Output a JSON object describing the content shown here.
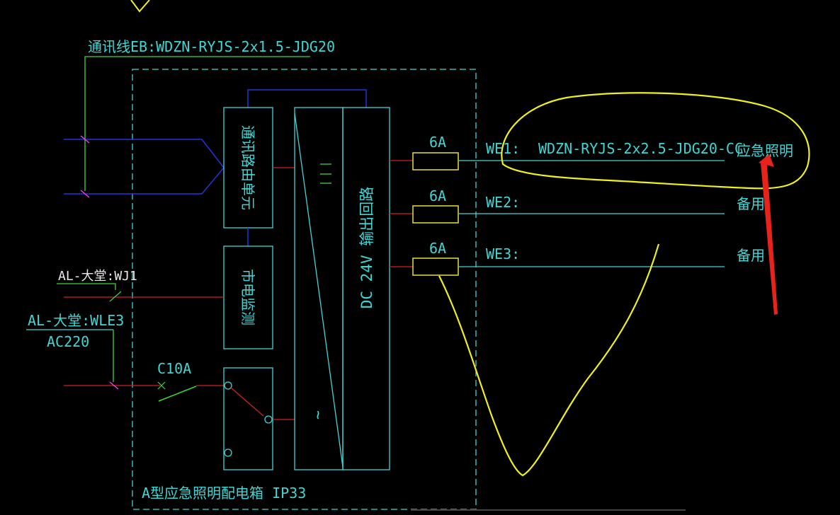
{
  "comm_line_label": "通讯线EB:WDZN-RYJS-2x1.5-JDG20",
  "al_wj1_label": "AL-大堂:WJ1",
  "al_wle3_label": "AL-大堂:WLE3",
  "ac_label": "AC220",
  "breaker_label": "C10A",
  "comm_unit_label": "通讯路由单元",
  "mains_monitor_label": "市电监测",
  "dc_output_label": "DC 24V 输出回路",
  "box_label": "A型应急照明配电箱  IP33",
  "ac_dc_symbol_top": "=",
  "ac_dc_symbol_bottom": "~",
  "circuits": [
    {
      "fuse": "6A",
      "id": "WE1:",
      "cable": "WDZN-RYJS-2x2.5-JDG20-CC",
      "load": "应急照明"
    },
    {
      "fuse": "6A",
      "id": "WE2:",
      "cable": "",
      "load": "备用"
    },
    {
      "fuse": "6A",
      "id": "WE3:",
      "cable": "",
      "load": "备用"
    }
  ],
  "colors": {
    "background": "#000000",
    "cyan": "#3fd6d6",
    "green": "#3cd63c",
    "blue": "#2233dd",
    "red": "#d42020",
    "yellow": "#f0f020",
    "annotation_arrow": "#e8231b"
  }
}
